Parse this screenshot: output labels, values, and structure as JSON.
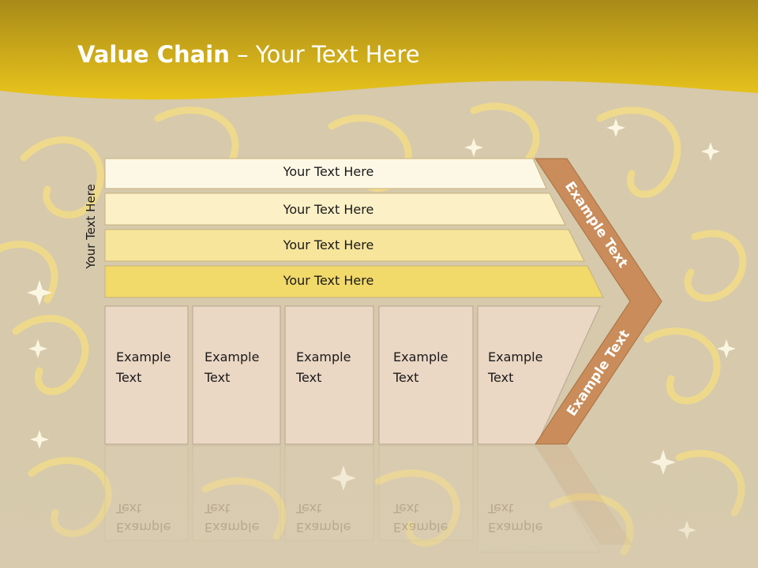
{
  "slide": {
    "title_bold": "Value Chain",
    "title_rest": " – Your Text Here",
    "side_label": "Your Text Here"
  },
  "rows": [
    {
      "label": "Your Text Here",
      "color": "#fdf8e6"
    },
    {
      "label": "Your Text Here",
      "color": "#fbf0c6"
    },
    {
      "label": "Your Text Here",
      "color": "#f7e59c"
    },
    {
      "label": "Your Text Here",
      "color": "#f1d96a"
    }
  ],
  "columns": [
    {
      "line1": "Example",
      "line2": "Text"
    },
    {
      "line1": "Example",
      "line2": "Text"
    },
    {
      "line1": "Example",
      "line2": "Text"
    },
    {
      "line1": "Example",
      "line2": "Text"
    },
    {
      "line1": "Example",
      "line2": "Text"
    }
  ],
  "chevron": {
    "upper_label": "Example Text",
    "lower_label": "Example Text",
    "color": "#c98c5a"
  },
  "colors": {
    "header_gold": "#e8c11a",
    "column_fill": "#ead7c4"
  }
}
